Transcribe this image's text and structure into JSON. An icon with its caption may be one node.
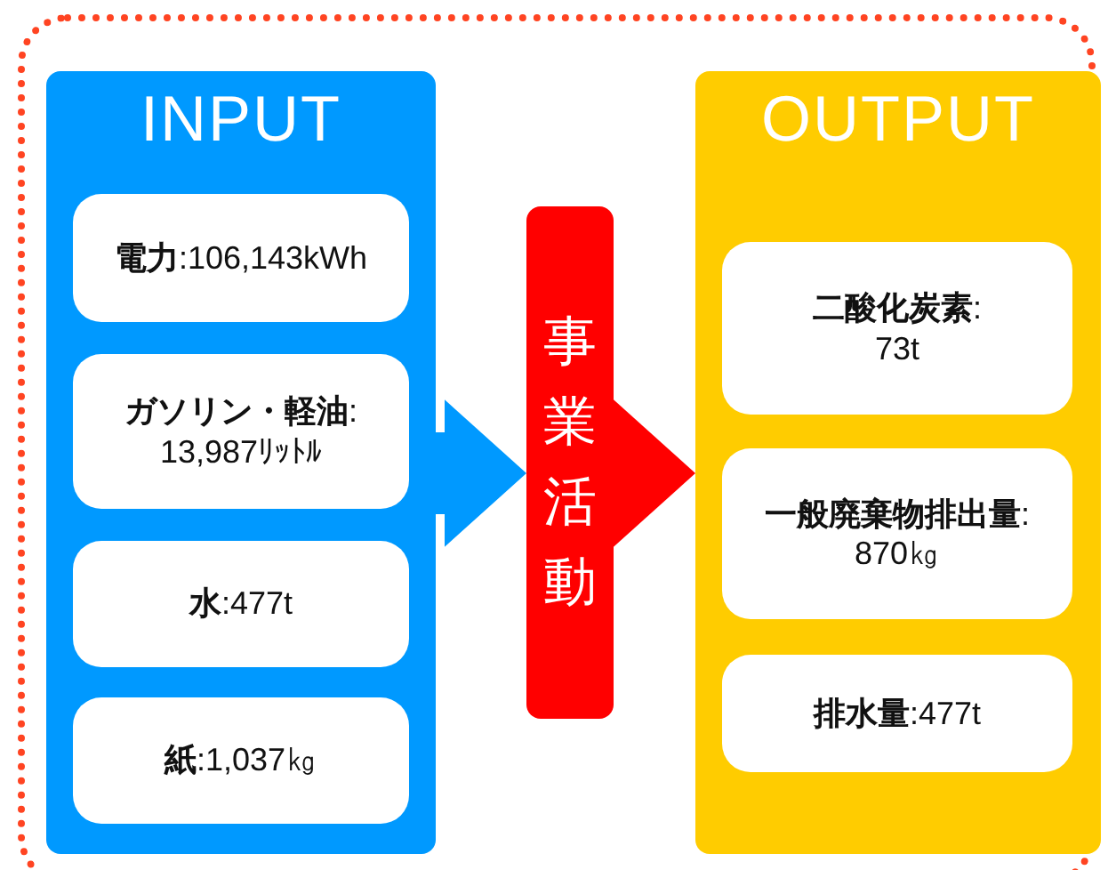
{
  "diagram": {
    "nodes": [
      {
        "text": [
          "INPUT"
        ]
      },
      {
        "text": [
          "**電力**:106,143kWh"
        ],
        "in": 0
      },
      {
        "text": [
          "**ガソリン・軽油**:13,987ﾘｯﾄﾙ"
        ],
        "in": 0
      },
      {
        "text": [
          "**水**:477t"
        ],
        "in": 0
      },
      {
        "text": [
          "**紙**:1,037㎏"
        ],
        "in": 0
      },
      {
        "text": [
          "事業活動"
        ]
      },
      {
        "text": [
          "OUTPUT"
        ]
      },
      {
        "text": [
          "**二酸化炭素**:73t"
        ],
        "in": 6
      },
      {
        "text": [
          "**一般廃棄物排出量**:870㎏"
        ],
        "in": 6
      },
      {
        "text": [
          "**排水量**:477t"
        ],
        "in": 6
      }
    ],
    "edges": [
      {
        "from": 0,
        "to": 5,
        "arrow": "to",
        "style": "thick",
        "color": "#0099ff"
      },
      {
        "from": 5,
        "to": 6,
        "arrow": "to",
        "style": "thick",
        "color": "#ff0000"
      }
    ]
  }
}
